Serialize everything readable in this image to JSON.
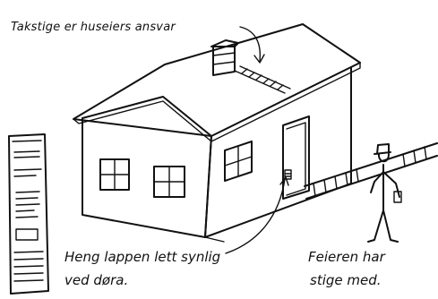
{
  "caption_top": "Takstige er huseiers ansvar",
  "caption_bottom": {
    "line1": "Heng lappen lett synlig",
    "line2": "ved døra."
  },
  "caption_right": {
    "line1": "Feieren har",
    "line2": "stige med."
  },
  "notice_card": {
    "lines": [
      "",
      "",
      "",
      ""
    ]
  },
  "colors": {
    "ink": "#111111",
    "paper": "#ffffff"
  },
  "icons": [
    "house-drawing",
    "roof-ladder",
    "chimney",
    "notice-card",
    "chimney-sweep-figure",
    "carried-ladder",
    "door-note"
  ]
}
